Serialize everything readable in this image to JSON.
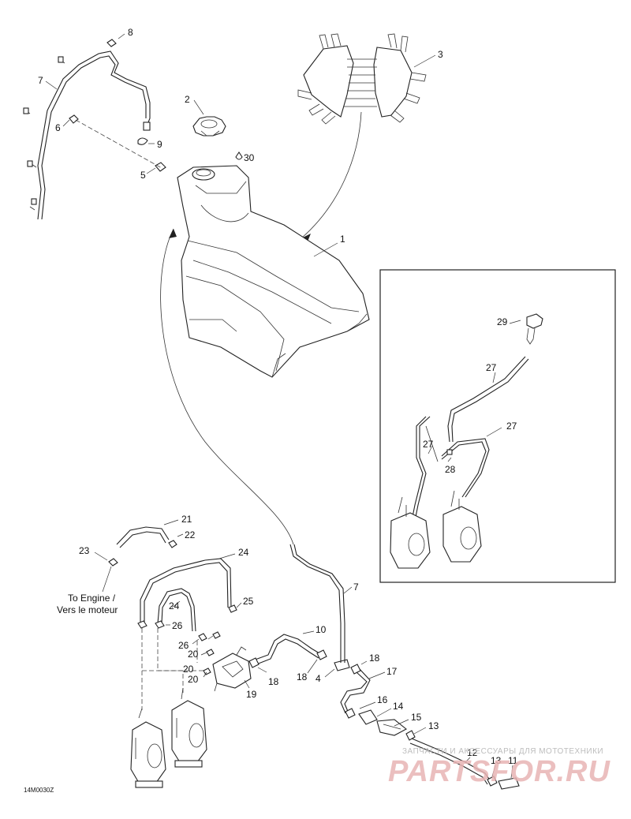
{
  "callouts": {
    "c1": "1",
    "c2": "2",
    "c3": "3",
    "c4": "4",
    "c5": "5",
    "c6": "6",
    "c7a": "7",
    "c7b": "7",
    "c8": "8",
    "c9": "9",
    "c10": "10",
    "c11": "11",
    "c12": "12",
    "c13a": "13",
    "c13b": "13",
    "c14": "14",
    "c15": "15",
    "c16": "16",
    "c17": "17",
    "c18a": "18",
    "c18b": "18",
    "c18c": "18",
    "c19": "19",
    "c20a": "20",
    "c20b": "20",
    "c20c": "20",
    "c21": "21",
    "c22": "22",
    "c23": "23",
    "c24a": "24",
    "c24b": "24",
    "c25": "25",
    "c26a": "26",
    "c26b": "26",
    "c27a": "27",
    "c27b": "27",
    "c27c": "27",
    "c28": "28",
    "c29": "29",
    "c30": "30"
  },
  "labels": {
    "engine_line1": "To Engine /",
    "engine_line2": "Vers le moteur",
    "figure_code": "14M0030Z"
  },
  "watermark": {
    "subtitle": "ЗАПЧАСТИ И АКСЕССУАРЫ ДЛЯ МОТОТЕХНИКИ",
    "logo": "PARTSFOR.RU",
    "logo_color": "#e8b4b4"
  }
}
